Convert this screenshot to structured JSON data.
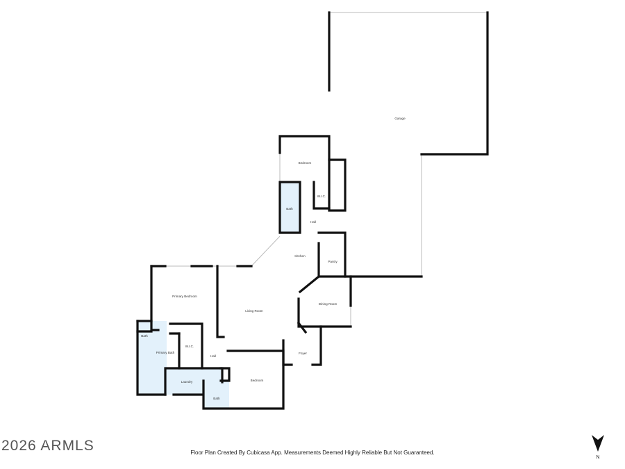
{
  "rooms": {
    "garage": "Garage",
    "bedroom_upper": "Bedroom",
    "wic_upper": "W.I.C.",
    "bath_upper": "Bath",
    "hall_upper": "Hall",
    "kitchen": "Kitchen",
    "pantry": "Pantry",
    "primary_bedroom": "Primary Bedroom",
    "living_room": "Living Room",
    "dining_room": "Dining Room",
    "bath_small": "Bath",
    "wic_lower": "W.I.C.",
    "primary_bath": "Primary Bath",
    "hall_lower": "Hall",
    "foyer": "Foyer",
    "laundry": "Laundry",
    "bedroom_lower": "Bedroom",
    "bath_lower": "Bath"
  },
  "watermark": "2026 ARMLS",
  "credit": "Floor Plan Created By Cubicasa App. Measurements Deemed Highly Reliable But Not Guaranteed.",
  "compass": {
    "label": "N",
    "icon": "north-arrow-icon"
  },
  "colors": {
    "wet_room_fill": "#e3f1fb",
    "wall": "#111111"
  }
}
